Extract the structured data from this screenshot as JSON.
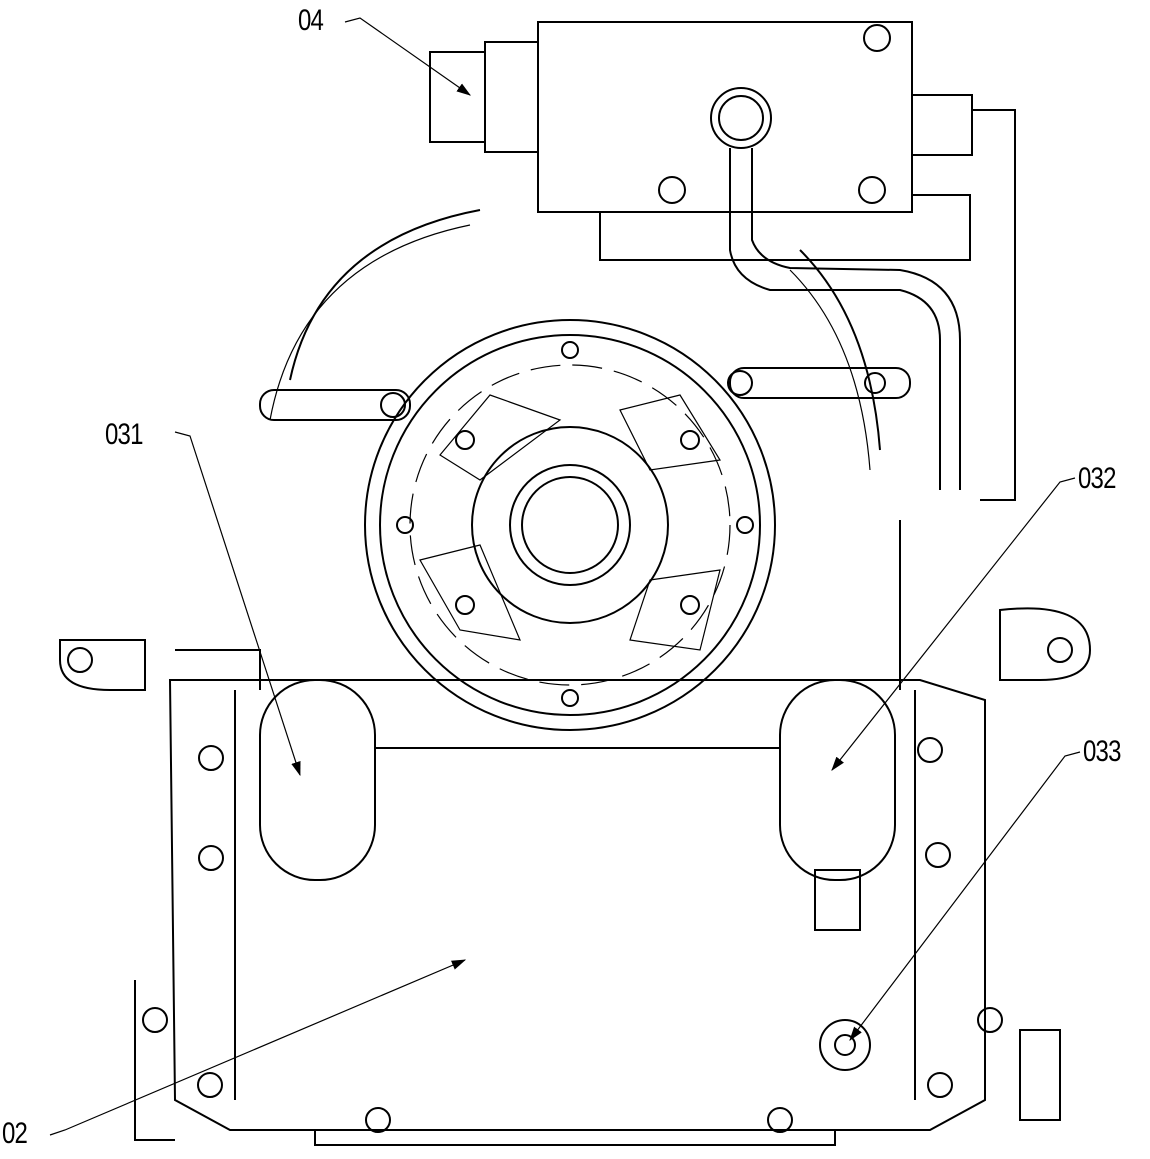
{
  "labels": {
    "l04": "04",
    "l031": "031",
    "l032": "032",
    "l033": "033",
    "l02": "02"
  }
}
